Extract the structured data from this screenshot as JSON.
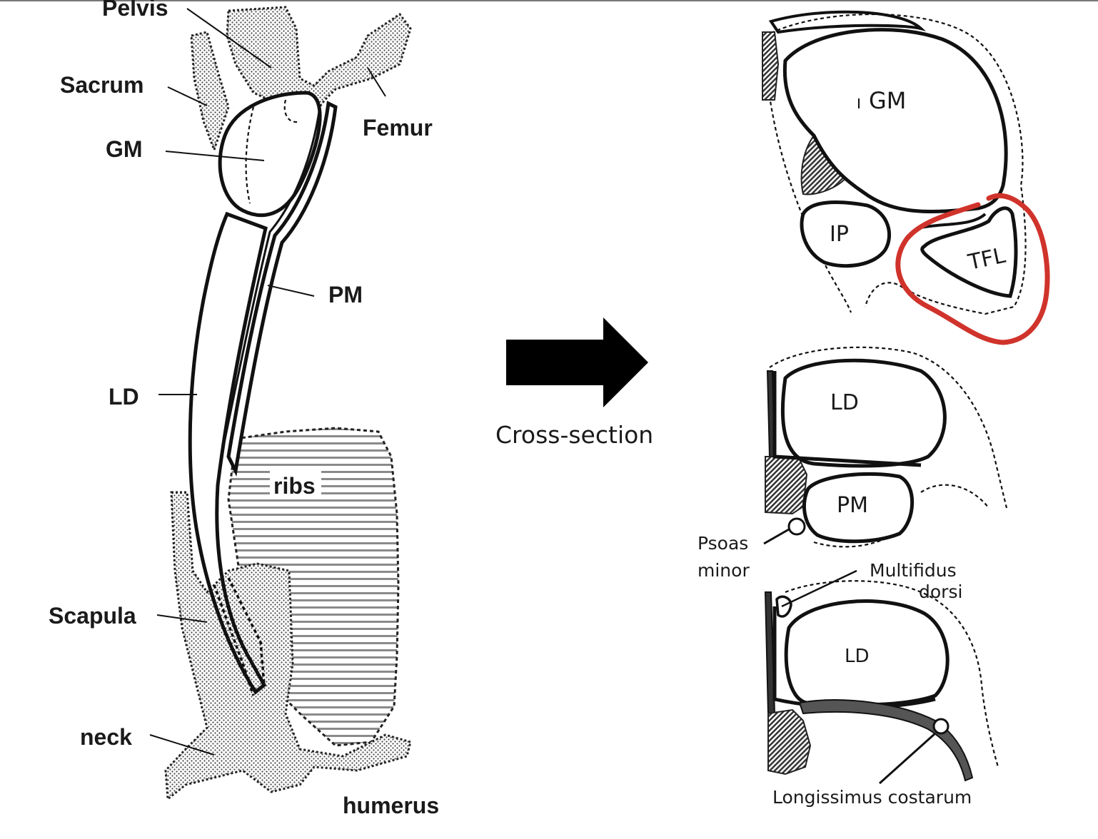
{
  "left_figure": {
    "labels": {
      "pelvis": "Pelvis",
      "sacrum": "Sacrum",
      "gm": "GM",
      "femur": "Femur",
      "pm": "PM",
      "ld": "LD",
      "ribs": "ribs",
      "scapula": "Scapula",
      "neck": "neck",
      "humerus": "humerus"
    }
  },
  "arrow": {
    "caption": "Cross-section"
  },
  "cross_sections": {
    "top": {
      "gm": "GM",
      "ip": "IP",
      "tfl": "TFL",
      "highlight_color": "#d0332b"
    },
    "middle": {
      "ld": "LD",
      "pm": "PM",
      "psoas_line1": "Psoas",
      "psoas_line2": "minor"
    },
    "bottom": {
      "multifidus_line1": "Multifidus",
      "multifidus_line2": "dorsi",
      "ld": "LD",
      "longissimus": "Longissimus costarum"
    }
  }
}
